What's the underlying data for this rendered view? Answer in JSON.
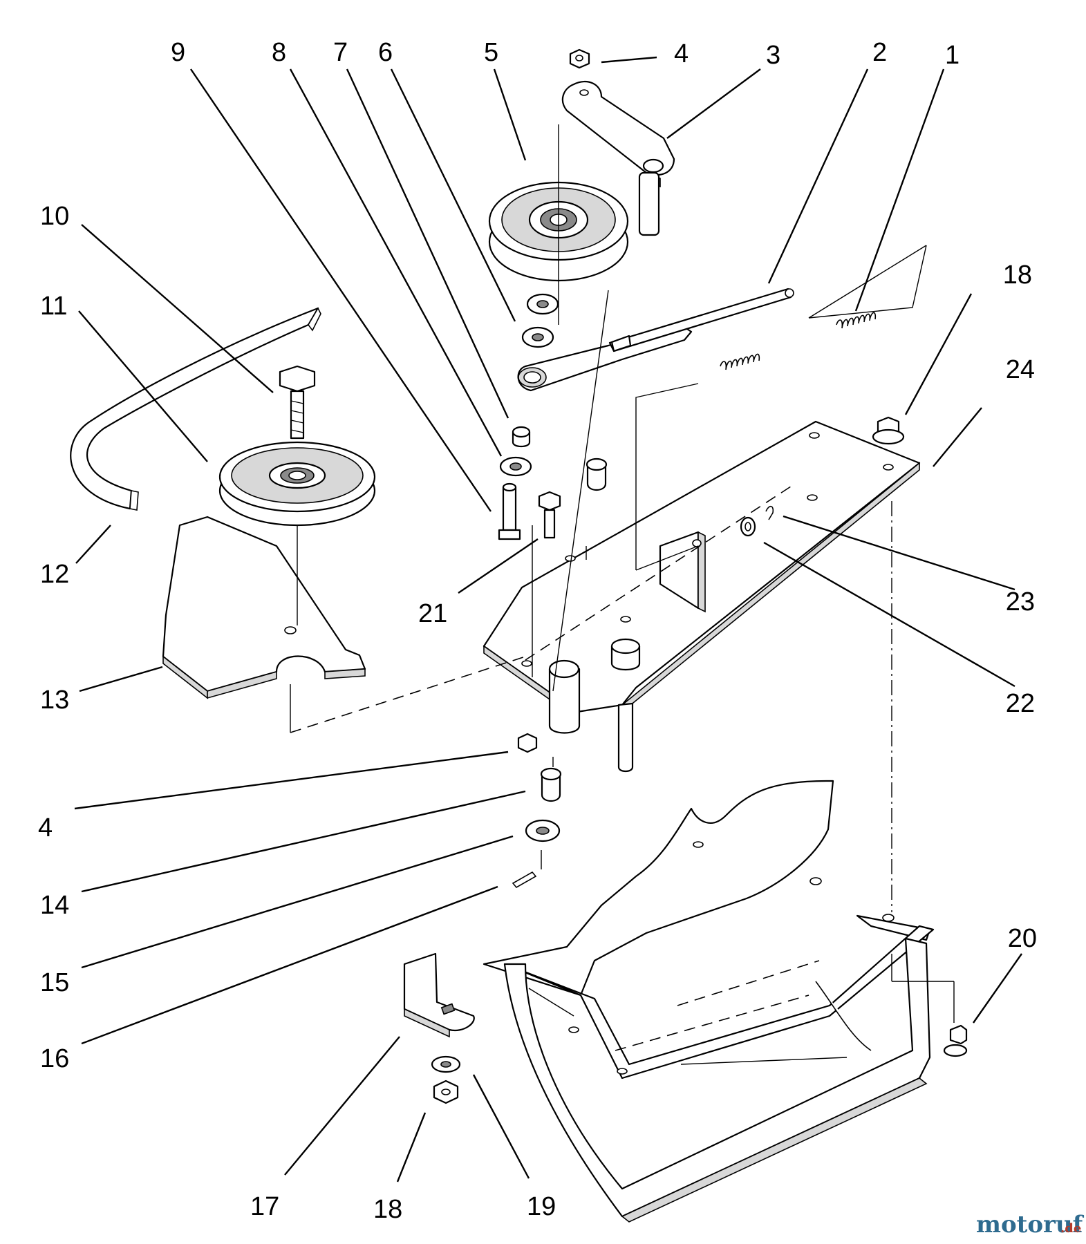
{
  "callouts": [
    {
      "id": "c1",
      "label": "1"
    },
    {
      "id": "c2",
      "label": "2"
    },
    {
      "id": "c3",
      "label": "3"
    },
    {
      "id": "c4a",
      "label": "4"
    },
    {
      "id": "c5",
      "label": "5"
    },
    {
      "id": "c6",
      "label": "6"
    },
    {
      "id": "c7",
      "label": "7"
    },
    {
      "id": "c8",
      "label": "8"
    },
    {
      "id": "c9",
      "label": "9"
    },
    {
      "id": "c10",
      "label": "10"
    },
    {
      "id": "c11",
      "label": "11"
    },
    {
      "id": "c12",
      "label": "12"
    },
    {
      "id": "c13",
      "label": "13"
    },
    {
      "id": "c18a",
      "label": "18"
    },
    {
      "id": "c24",
      "label": "24"
    },
    {
      "id": "c23",
      "label": "23"
    },
    {
      "id": "c22",
      "label": "22"
    },
    {
      "id": "c21",
      "label": "21"
    },
    {
      "id": "c4b",
      "label": "4"
    },
    {
      "id": "c14",
      "label": "14"
    },
    {
      "id": "c15",
      "label": "15"
    },
    {
      "id": "c16",
      "label": "16"
    },
    {
      "id": "c20",
      "label": "20"
    },
    {
      "id": "c17",
      "label": "17"
    },
    {
      "id": "c18b",
      "label": "18"
    },
    {
      "id": "c19",
      "label": "19"
    }
  ],
  "watermark": {
    "main": "motoruf",
    "suffix": ".de"
  }
}
